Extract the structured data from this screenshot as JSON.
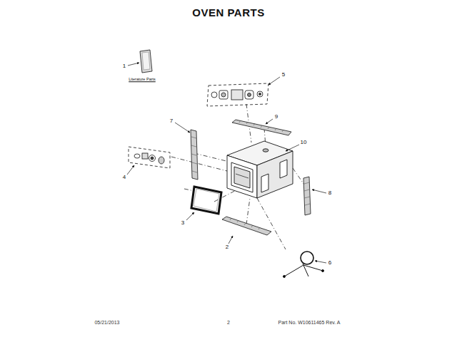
{
  "diagram": {
    "title": "OVEN PARTS",
    "labels": [
      "1",
      "Literature Parts",
      "5",
      "9",
      "7",
      "10",
      "4",
      "3",
      "8",
      "2",
      "6",
      "05/21/2013",
      "2",
      "Part No. W10611465 Rev. A"
    ]
  }
}
